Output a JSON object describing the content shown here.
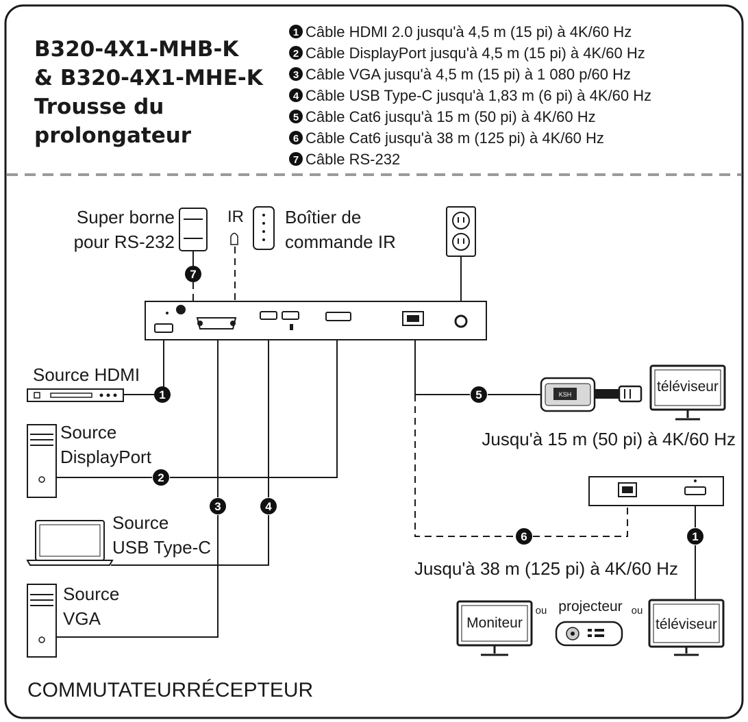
{
  "title": {
    "line1": "B320-4X1-MHB-K",
    "line2": "& B320-4X1-MHE-K",
    "line3": "Trousse du",
    "line4": "prolongateur"
  },
  "legend": [
    {
      "num": "1",
      "text": "Câble HDMI 2.0 jusqu'à 4,5 m (15 pi) à 4K/60 Hz"
    },
    {
      "num": "2",
      "text": "Câble DisplayPort jusqu'à 4,5 m (15 pi) à 4K/60 Hz"
    },
    {
      "num": "3",
      "text": "Câble VGA jusqu'à 4,5 m (15 pi) à 1 080 p/60 Hz"
    },
    {
      "num": "4",
      "text": "Câble USB Type-C jusqu'à 1,83 m (6 pi) à 4K/60 Hz"
    },
    {
      "num": "5",
      "text": "Câble Cat6 jusqu'à 15 m (50 pi) à 4K/60 Hz"
    },
    {
      "num": "6",
      "text": "Câble Cat6 jusqu'à 38 m (125 pi) à 4K/60 Hz"
    },
    {
      "num": "7",
      "text": "Câble RS-232"
    }
  ],
  "labels": {
    "super_borne_1": "Super borne",
    "super_borne_2": "pour RS-232",
    "ir": "IR",
    "boitier_1": "Boîtier de",
    "boitier_2": "commande IR",
    "source_hdmi": "Source HDMI",
    "source_dp_1": "Source",
    "source_dp_2": "DisplayPort",
    "source_usbc_1": "Source",
    "source_usbc_2": "USB Type-C",
    "source_vga_1": "Source",
    "source_vga_2": "VGA",
    "tv_top": "téléviseur",
    "range_15": "Jusqu'à 15 m (50 pi) à 4K/60 Hz",
    "range_38": "Jusqu'à 38 m (125 pi) à 4K/60 Hz",
    "moniteur": "Moniteur",
    "ou_1": "ou",
    "projecteur": "projecteur",
    "ou_2": "ou",
    "tv_bottom": "téléviseur",
    "bottom_title": "COMMUTATEURRÉCEPTEUR",
    "dongle_text": "KSH"
  },
  "badges": {
    "b7": "7",
    "b1a": "1",
    "b5": "5",
    "b2": "2",
    "b3": "3",
    "b4": "4",
    "b6": "6",
    "b1b": "1"
  },
  "colors": {
    "line": "#1a1a1a",
    "dash": "#9a9a9a",
    "badge": "#111111",
    "background": "#ffffff"
  }
}
